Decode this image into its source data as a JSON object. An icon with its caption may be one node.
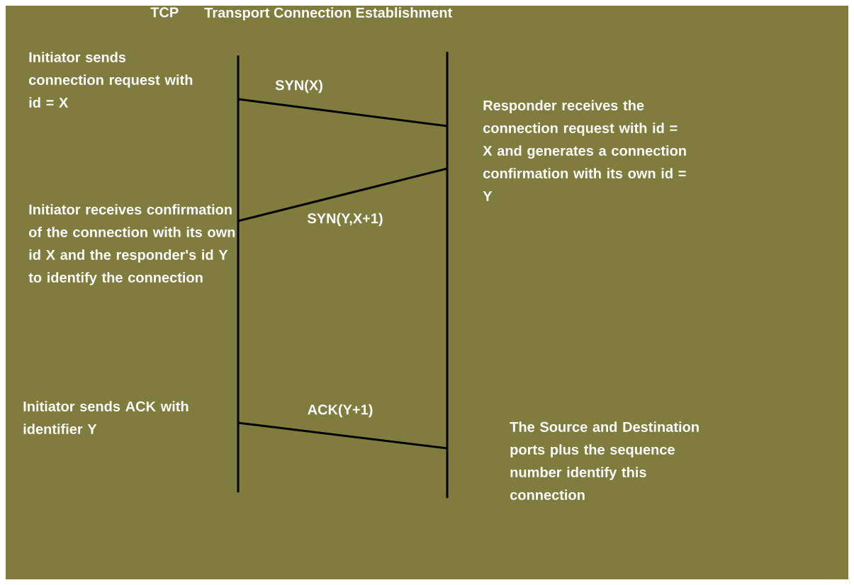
{
  "diagram": {
    "title": "Transport Connection Establishment",
    "nodes": [
      {
        "text": [],
        "shape": "line"
      },
      {
        "text": [],
        "shape": "line"
      }
    ],
    "edges": [
      {
        "from": 0,
        "to": 1,
        "arrow": "none",
        "label": "SYN(X)"
      },
      {
        "from": 1,
        "to": 0,
        "arrow": "none",
        "label": "SYN(Y,X+1)"
      },
      {
        "from": 0,
        "to": 1,
        "arrow": "none",
        "label": "ACK(Y+1)"
      }
    ],
    "labels": [
      "TCP",
      "Initiator sends connection request with id = X",
      "Responder receives the connection request with id = X and generates a connection confirmation with its own id = Y",
      "Initiator receives confirmation of the connection with its own id X and the responder's id Y to identify the connection",
      "Initiator sends ACK with identifier Y",
      "The Source and Destination ports plus the sequence number identify this connection"
    ]
  }
}
